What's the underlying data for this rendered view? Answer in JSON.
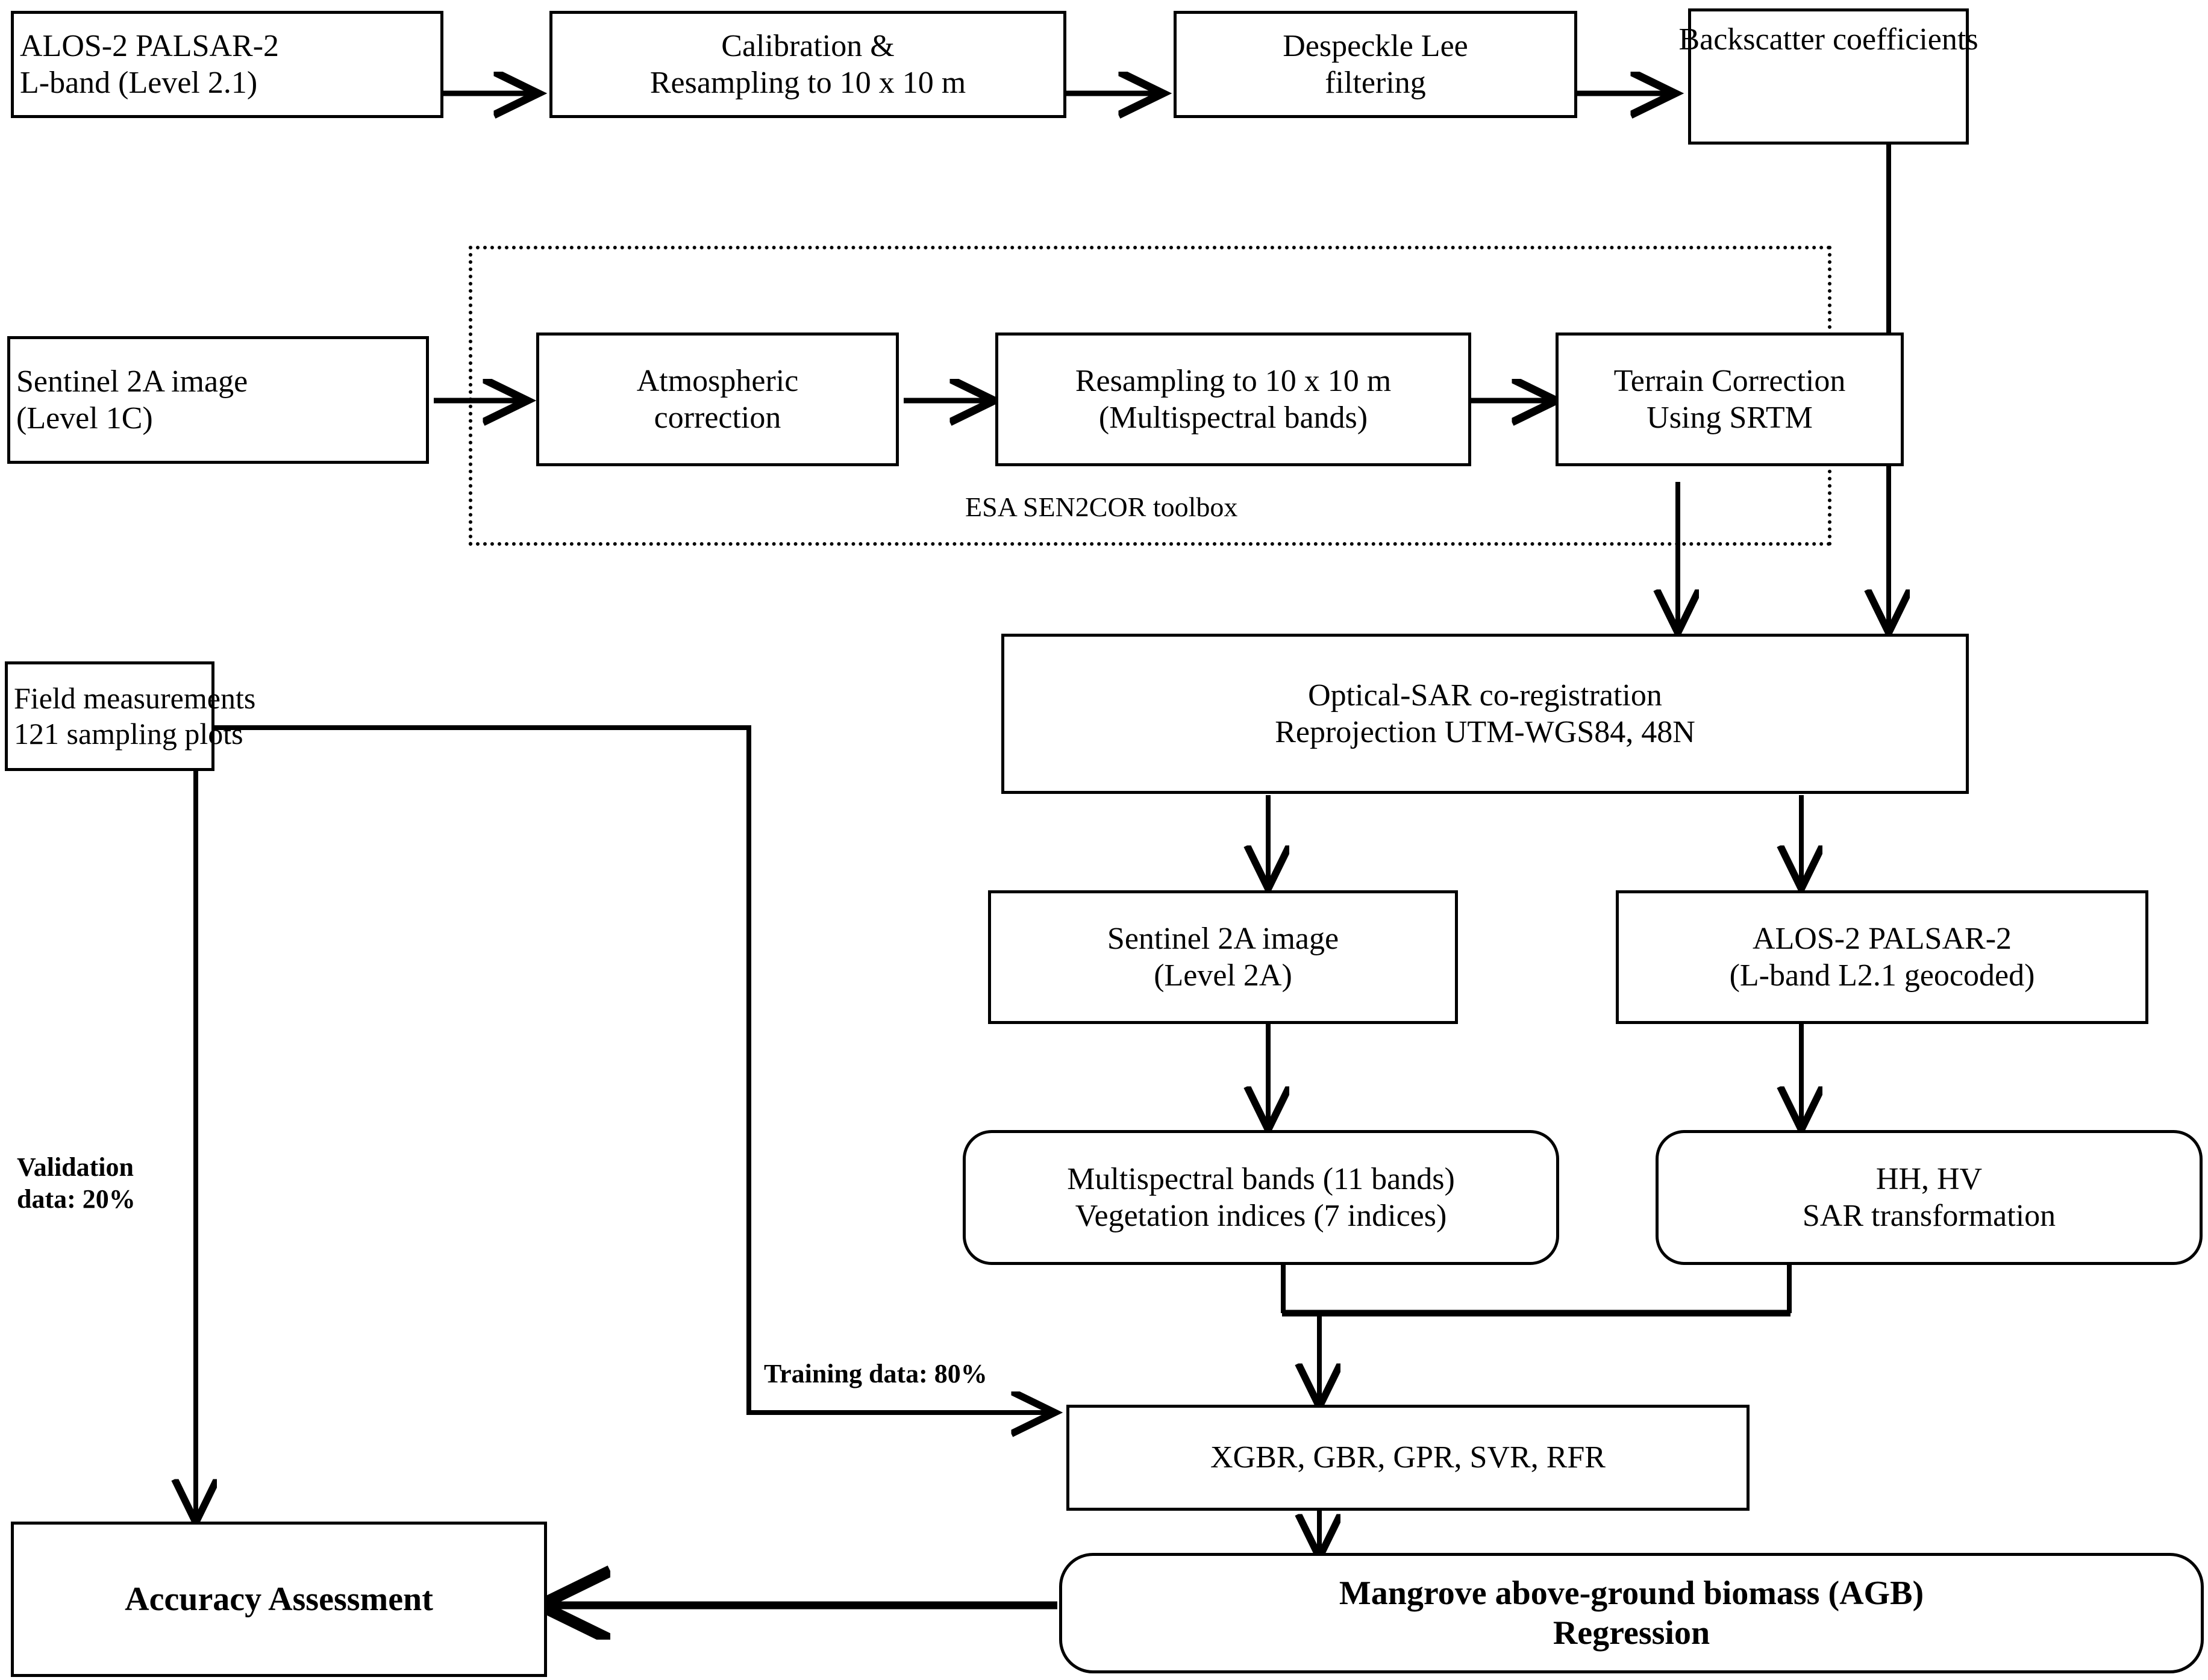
{
  "diagram": {
    "title": "Mangrove AGB estimation workflow",
    "stroke_color": "#000000",
    "background_color": "#ffffff"
  },
  "nodes": {
    "alos_source": {
      "line1": "ALOS-2 PALSAR-2",
      "line2": "L-band (Level 2.1)"
    },
    "calibration": {
      "line1": "Calibration  &",
      "line2": "Resampling to 10 x 10 m"
    },
    "despeckle": {
      "line1": "Despeckle Lee",
      "line2": "filtering"
    },
    "backscatter": {
      "line1": "Backscatter coefficients"
    },
    "sentinel_source": {
      "line1": "Sentinel 2A image",
      "line2": "(Level 1C)"
    },
    "atmospheric": {
      "line1": "Atmospheric",
      "line2": "correction"
    },
    "resampling_ms": {
      "line1": "Resampling to 10 x 10 m",
      "line2": "(Multispectral bands)"
    },
    "terrain": {
      "line1": "Terrain Correction",
      "line2": "Using SRTM"
    },
    "field": {
      "line1": "Field measurements",
      "line2": "121 sampling plots"
    },
    "coregistration": {
      "line1": "Optical-SAR co-registration",
      "line2": "Reprojection UTM-WGS84, 48N"
    },
    "sentinel_l2a": {
      "line1": "Sentinel 2A image",
      "line2": "(Level 2A)"
    },
    "alos_geocoded": {
      "line1": "ALOS-2 PALSAR-2",
      "line2": "(L-band L2.1 geocoded)"
    },
    "optical_features": {
      "line1": "Multispectral bands (11 bands)",
      "line2": "Vegetation indices (7 indices)"
    },
    "sar_features": {
      "line1": "HH, HV",
      "line2": "SAR transformation"
    },
    "models": {
      "line1": "XGBR, GBR, GPR, SVR, RFR"
    },
    "agb": {
      "line1": "Mangrove above-ground biomass (AGB)",
      "line2": "Regression"
    },
    "accuracy": {
      "line1": "Accuracy Assessment"
    }
  },
  "labels": {
    "sen2cor_toolbox": "ESA SEN2COR toolbox",
    "validation_l1": "Validation",
    "validation_l2": "data: 20%",
    "training": "Training data: 80%"
  }
}
